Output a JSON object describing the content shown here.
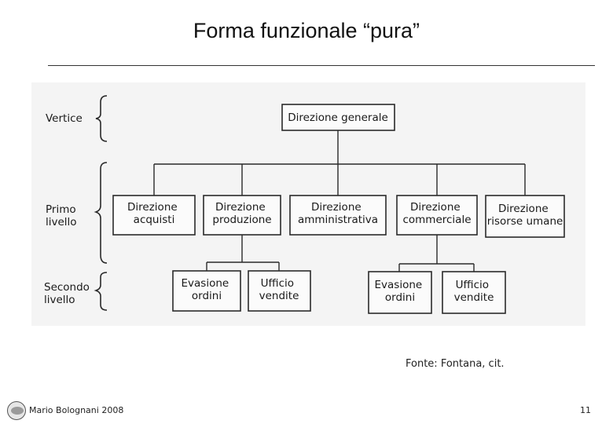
{
  "slide": {
    "title": "Forma funzionale “pura”",
    "source_note": "Fonte: Fontana, cit.",
    "footer_author": "Mario Bolognani 2008",
    "page_number": "11"
  },
  "levels": {
    "vertice": [
      "Vertice"
    ],
    "primo": [
      "Primo",
      "livello"
    ],
    "secondo": [
      "Secondo",
      "livello"
    ]
  },
  "org": {
    "generale": [
      "Direzione generale"
    ],
    "acquisti": [
      "Direzione",
      "acquisti"
    ],
    "produzione": [
      "Direzione",
      "produzione"
    ],
    "amministrativa": [
      "Direzione",
      "amministrativa"
    ],
    "commerciale": [
      "Direzione",
      "commerciale"
    ],
    "risorse_umane": [
      "Direzione",
      "risorse umane"
    ],
    "evasione_ordini_1": [
      "Evasione",
      "ordini"
    ],
    "ufficio_vendite_1": [
      "Ufficio",
      "vendite"
    ],
    "evasione_ordini_2": [
      "Evasione",
      "ordini"
    ],
    "ufficio_vendite_2": [
      "Ufficio",
      "vendite"
    ]
  },
  "colors": {
    "line": "#2a2a2a",
    "box_fill": "#fbfbfb",
    "scan_background": "#f4f4f4"
  },
  "icons": {
    "footer_logo": "logo-icon"
  }
}
